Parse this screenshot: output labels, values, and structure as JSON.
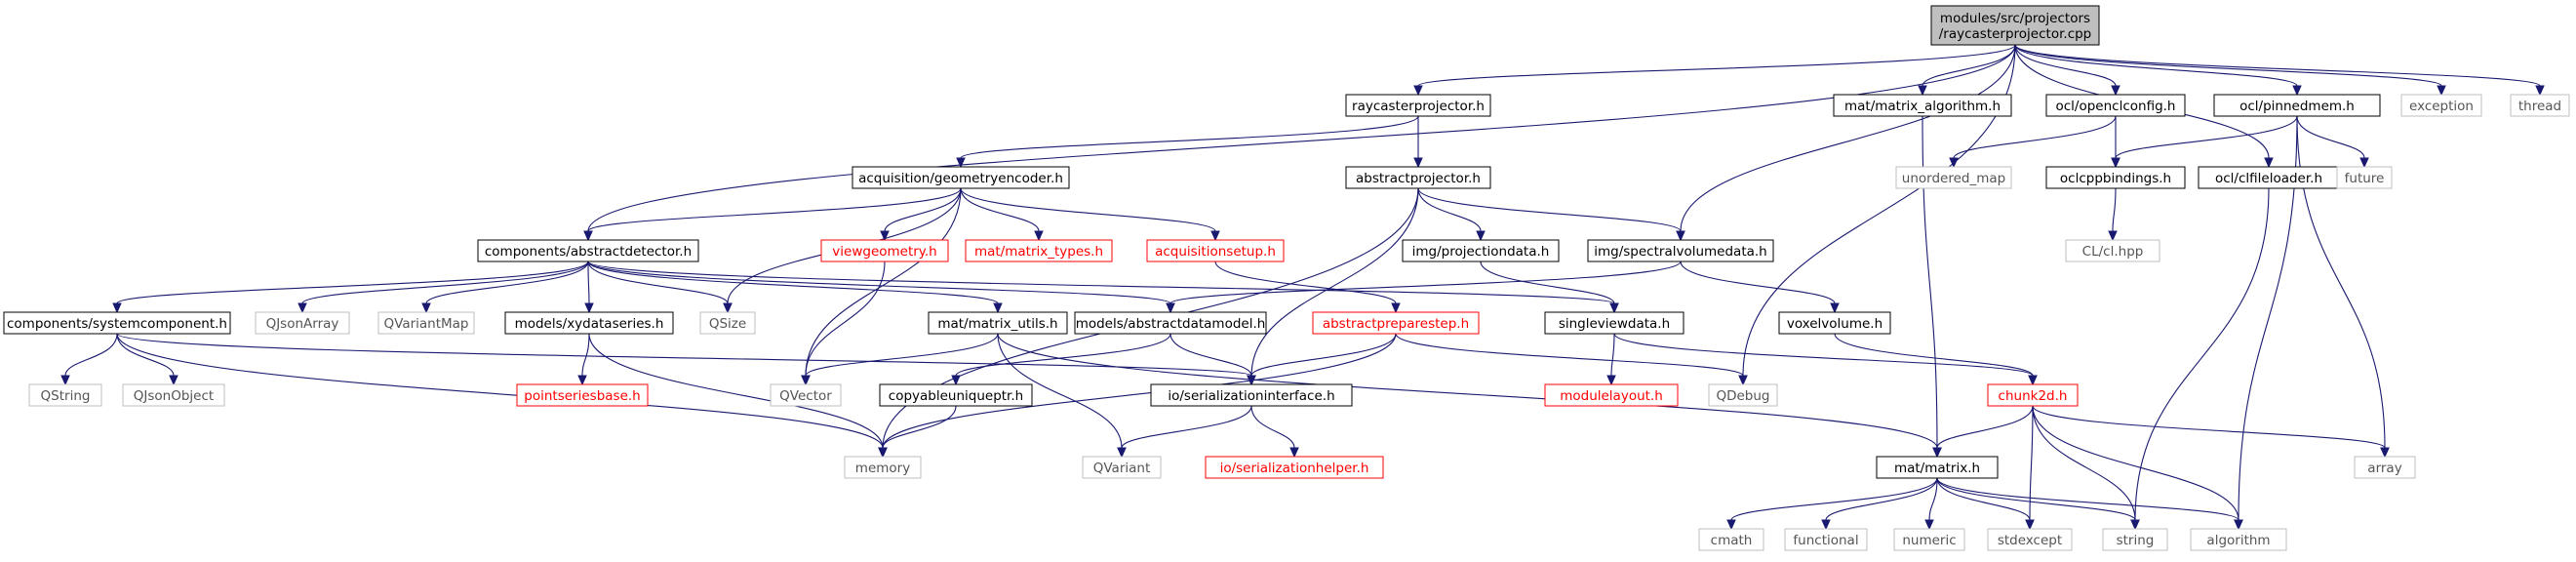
{
  "graph": {
    "title": "",
    "colors": {
      "edge": "#191970",
      "root_fill": "#bfbfbf",
      "file_border": "#000000",
      "missing_border": "#ff0000",
      "external_border": "#bfbfbf"
    },
    "nodes": [
      {
        "id": "root",
        "kind": "root",
        "lines": [
          "modules/src/projectors",
          "/raycasterprojector.cpp"
        ]
      },
      {
        "id": "raycasterprojector_h",
        "kind": "file",
        "lines": [
          "raycasterprojector.h"
        ]
      },
      {
        "id": "matrix_algorithm_h",
        "kind": "file",
        "lines": [
          "mat/matrix_algorithm.h"
        ]
      },
      {
        "id": "openclconfig_h",
        "kind": "file",
        "lines": [
          "ocl/openclconfig.h"
        ]
      },
      {
        "id": "pinnedmem_h",
        "kind": "file",
        "lines": [
          "ocl/pinnedmem.h"
        ]
      },
      {
        "id": "exception",
        "kind": "external",
        "lines": [
          "exception"
        ]
      },
      {
        "id": "thread",
        "kind": "external",
        "lines": [
          "thread"
        ]
      },
      {
        "id": "geometryencoder_h",
        "kind": "file",
        "lines": [
          "acquisition/geometryencoder.h"
        ]
      },
      {
        "id": "abstractprojector_h",
        "kind": "file",
        "lines": [
          "abstractprojector.h"
        ]
      },
      {
        "id": "unordered_map",
        "kind": "external",
        "lines": [
          "unordered_map"
        ]
      },
      {
        "id": "oclcppbindings_h",
        "kind": "file",
        "lines": [
          "oclcppbindings.h"
        ]
      },
      {
        "id": "clfileloader_h",
        "kind": "file",
        "lines": [
          "ocl/clfileloader.h"
        ]
      },
      {
        "id": "future",
        "kind": "external",
        "lines": [
          "future"
        ]
      },
      {
        "id": "cl_hpp",
        "kind": "external",
        "lines": [
          "CL/cl.hpp"
        ]
      },
      {
        "id": "abstractdetector_h",
        "kind": "file",
        "lines": [
          "components/abstractdetector.h"
        ]
      },
      {
        "id": "viewgeometry_h",
        "kind": "missing",
        "lines": [
          "viewgeometry.h"
        ]
      },
      {
        "id": "matrix_types_h",
        "kind": "missing",
        "lines": [
          "mat/matrix_types.h"
        ]
      },
      {
        "id": "acquisitionsetup_h",
        "kind": "missing",
        "lines": [
          "acquisitionsetup.h"
        ]
      },
      {
        "id": "projectiondata_h",
        "kind": "file",
        "lines": [
          "img/projectiondata.h"
        ]
      },
      {
        "id": "spectralvolumedata_h",
        "kind": "file",
        "lines": [
          "img/spectralvolumedata.h"
        ]
      },
      {
        "id": "systemcomponent_h",
        "kind": "file",
        "lines": [
          "components/systemcomponent.h"
        ]
      },
      {
        "id": "qjsonarray",
        "kind": "external",
        "lines": [
          "QJsonArray"
        ]
      },
      {
        "id": "qvariantmap",
        "kind": "external",
        "lines": [
          "QVariantMap"
        ]
      },
      {
        "id": "xydataseries_h",
        "kind": "file",
        "lines": [
          "models/xydataseries.h"
        ]
      },
      {
        "id": "qsize",
        "kind": "external",
        "lines": [
          "QSize"
        ]
      },
      {
        "id": "matrix_utils_h",
        "kind": "file",
        "lines": [
          "mat/matrix_utils.h"
        ]
      },
      {
        "id": "abstractdatamodel_h",
        "kind": "file",
        "lines": [
          "models/abstractdatamodel.h"
        ]
      },
      {
        "id": "abstractpreparestep_h",
        "kind": "missing",
        "lines": [
          "abstractpreparestep.h"
        ]
      },
      {
        "id": "singleviewdata_h",
        "kind": "file",
        "lines": [
          "singleviewdata.h"
        ]
      },
      {
        "id": "voxelvolume_h",
        "kind": "file",
        "lines": [
          "voxelvolume.h"
        ]
      },
      {
        "id": "qstring",
        "kind": "external",
        "lines": [
          "QString"
        ]
      },
      {
        "id": "qjsonobject",
        "kind": "external",
        "lines": [
          "QJsonObject"
        ]
      },
      {
        "id": "pointseriesbase_h",
        "kind": "missing",
        "lines": [
          "pointseriesbase.h"
        ]
      },
      {
        "id": "qvector",
        "kind": "external",
        "lines": [
          "QVector"
        ]
      },
      {
        "id": "copyableuniqueptr_h",
        "kind": "file",
        "lines": [
          "copyableuniqueptr.h"
        ]
      },
      {
        "id": "serializationinterface_h",
        "kind": "file",
        "lines": [
          "io/serializationinterface.h"
        ]
      },
      {
        "id": "modulelayout_h",
        "kind": "missing",
        "lines": [
          "modulelayout.h"
        ]
      },
      {
        "id": "qdebug",
        "kind": "external",
        "lines": [
          "QDebug"
        ]
      },
      {
        "id": "chunk2d_h",
        "kind": "missing",
        "lines": [
          "chunk2d.h"
        ]
      },
      {
        "id": "array",
        "kind": "external",
        "lines": [
          "array"
        ]
      },
      {
        "id": "memory",
        "kind": "external",
        "lines": [
          "memory"
        ]
      },
      {
        "id": "qvariant",
        "kind": "external",
        "lines": [
          "QVariant"
        ]
      },
      {
        "id": "serializationhelper_h",
        "kind": "missing",
        "lines": [
          "io/serializationhelper.h"
        ]
      },
      {
        "id": "matrix_h",
        "kind": "file",
        "lines": [
          "mat/matrix.h"
        ]
      },
      {
        "id": "cmath",
        "kind": "external",
        "lines": [
          "cmath"
        ]
      },
      {
        "id": "functional",
        "kind": "external",
        "lines": [
          "functional"
        ]
      },
      {
        "id": "numeric",
        "kind": "external",
        "lines": [
          "numeric"
        ]
      },
      {
        "id": "stdexcept",
        "kind": "external",
        "lines": [
          "stdexcept"
        ]
      },
      {
        "id": "string",
        "kind": "external",
        "lines": [
          "string"
        ]
      },
      {
        "id": "algorithm",
        "kind": "external",
        "lines": [
          "algorithm"
        ]
      }
    ],
    "edges": [
      [
        "root",
        "raycasterprojector_h"
      ],
      [
        "root",
        "matrix_algorithm_h"
      ],
      [
        "root",
        "openclconfig_h"
      ],
      [
        "root",
        "pinnedmem_h"
      ],
      [
        "root",
        "exception"
      ],
      [
        "root",
        "thread"
      ],
      [
        "root",
        "abstractdetector_h"
      ],
      [
        "root",
        "spectralvolumedata_h"
      ],
      [
        "root",
        "clfileloader_h"
      ],
      [
        "root",
        "qdebug"
      ],
      [
        "raycasterprojector_h",
        "geometryencoder_h"
      ],
      [
        "raycasterprojector_h",
        "abstractprojector_h"
      ],
      [
        "geometryencoder_h",
        "abstractdetector_h"
      ],
      [
        "geometryencoder_h",
        "viewgeometry_h"
      ],
      [
        "geometryencoder_h",
        "matrix_types_h"
      ],
      [
        "geometryencoder_h",
        "acquisitionsetup_h"
      ],
      [
        "geometryencoder_h",
        "qsize"
      ],
      [
        "geometryencoder_h",
        "qvector"
      ],
      [
        "abstractprojector_h",
        "projectiondata_h"
      ],
      [
        "abstractprojector_h",
        "spectralvolumedata_h"
      ],
      [
        "abstractprojector_h",
        "memory"
      ],
      [
        "abstractprojector_h",
        "serializationinterface_h"
      ],
      [
        "matrix_algorithm_h",
        "matrix_h"
      ],
      [
        "openclconfig_h",
        "unordered_map"
      ],
      [
        "openclconfig_h",
        "oclcppbindings_h"
      ],
      [
        "pinnedmem_h",
        "oclcppbindings_h"
      ],
      [
        "pinnedmem_h",
        "future"
      ],
      [
        "pinnedmem_h",
        "array"
      ],
      [
        "pinnedmem_h",
        "algorithm"
      ],
      [
        "oclcppbindings_h",
        "cl_hpp"
      ],
      [
        "clfileloader_h",
        "string"
      ],
      [
        "abstractdetector_h",
        "systemcomponent_h"
      ],
      [
        "abstractdetector_h",
        "qjsonarray"
      ],
      [
        "abstractdetector_h",
        "qvariantmap"
      ],
      [
        "abstractdetector_h",
        "xydataseries_h"
      ],
      [
        "abstractdetector_h",
        "qsize"
      ],
      [
        "abstractdetector_h",
        "matrix_utils_h"
      ],
      [
        "abstractdetector_h",
        "abstractdatamodel_h"
      ],
      [
        "abstractdetector_h",
        "singleviewdata_h"
      ],
      [
        "viewgeometry_h",
        "qvector"
      ],
      [
        "acquisitionsetup_h",
        "abstractpreparestep_h"
      ],
      [
        "projectiondata_h",
        "singleviewdata_h"
      ],
      [
        "spectralvolumedata_h",
        "abstractdatamodel_h"
      ],
      [
        "spectralvolumedata_h",
        "voxelvolume_h"
      ],
      [
        "systemcomponent_h",
        "qstring"
      ],
      [
        "systemcomponent_h",
        "qjsonobject"
      ],
      [
        "systemcomponent_h",
        "serializationinterface_h"
      ],
      [
        "systemcomponent_h",
        "memory"
      ],
      [
        "xydataseries_h",
        "pointseriesbase_h"
      ],
      [
        "xydataseries_h",
        "memory"
      ],
      [
        "matrix_utils_h",
        "qvector"
      ],
      [
        "matrix_utils_h",
        "qvariant"
      ],
      [
        "matrix_utils_h",
        "matrix_h"
      ],
      [
        "abstractdatamodel_h",
        "copyableuniqueptr_h"
      ],
      [
        "abstractdatamodel_h",
        "serializationinterface_h"
      ],
      [
        "abstractpreparestep_h",
        "serializationinterface_h"
      ],
      [
        "abstractpreparestep_h",
        "qdebug"
      ],
      [
        "abstractpreparestep_h",
        "memory"
      ],
      [
        "singleviewdata_h",
        "modulelayout_h"
      ],
      [
        "singleviewdata_h",
        "chunk2d_h"
      ],
      [
        "voxelvolume_h",
        "chunk2d_h"
      ],
      [
        "copyableuniqueptr_h",
        "memory"
      ],
      [
        "serializationinterface_h",
        "qvariant"
      ],
      [
        "serializationinterface_h",
        "serializationhelper_h"
      ],
      [
        "chunk2d_h",
        "matrix_h"
      ],
      [
        "chunk2d_h",
        "array"
      ],
      [
        "chunk2d_h",
        "stdexcept"
      ],
      [
        "chunk2d_h",
        "string"
      ],
      [
        "chunk2d_h",
        "algorithm"
      ],
      [
        "matrix_h",
        "cmath"
      ],
      [
        "matrix_h",
        "functional"
      ],
      [
        "matrix_h",
        "numeric"
      ],
      [
        "matrix_h",
        "stdexcept"
      ],
      [
        "matrix_h",
        "string"
      ],
      [
        "matrix_h",
        "algorithm"
      ]
    ]
  }
}
